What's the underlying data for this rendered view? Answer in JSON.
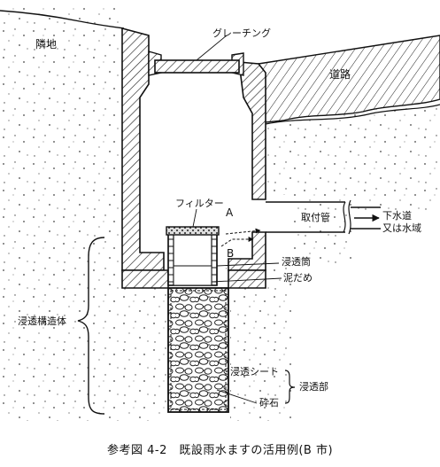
{
  "labels": {
    "neighbor_land": "隣地",
    "grating": "グレーチング",
    "road": "道路",
    "filter": "フィルター",
    "flow_a": "A",
    "flow_b": "B",
    "intake_pipe": "取付管",
    "sewer_line1": "下水道",
    "sewer_line2": "又は水域",
    "infiltration_tube": "浸透筒",
    "mud_trap": "泥だめ",
    "infiltration_structure": "浸透構造体",
    "infiltration_sheet": "浸透シート",
    "gravel": "砕石",
    "infiltration_part": "浸透部"
  },
  "caption": "参考図 4-2　既設雨水ますの活用例(B 市)"
}
